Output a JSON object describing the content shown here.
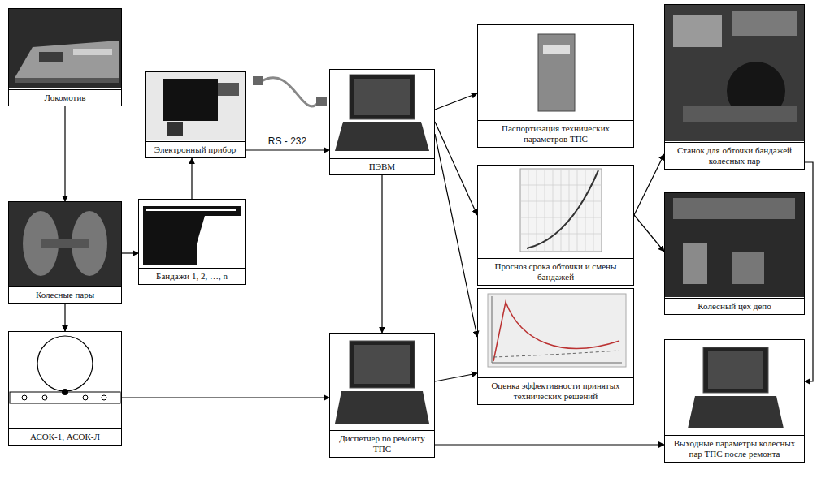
{
  "diagram": {
    "nodes": [
      {
        "text": [
          "Локомотив"
        ]
      },
      {
        "text": [
          "Электронный прибор"
        ]
      },
      {
        "text": [
          "ПЭВМ"
        ]
      },
      {
        "text": [
          "Паспортизация технических параметров ТПС"
        ]
      },
      {
        "text": [
          "Станок для обточки бандажей колесных пар"
        ]
      },
      {
        "text": [
          "Колесные пары"
        ]
      },
      {
        "text": [
          "Бандажи 1, 2, …, n"
        ]
      },
      {
        "text": [
          "Прогноз срока обточки и смены бандажей"
        ]
      },
      {
        "text": [
          "Колесный цех депо"
        ]
      },
      {
        "text": [
          "АСОК-1, АСОК-Л"
        ]
      },
      {
        "text": [
          "Диспетчер по ремонту ТПС"
        ]
      },
      {
        "text": [
          "Оценка эффективности принятых технических решений"
        ]
      },
      {
        "text": [
          "Выходные параметры колесных пар ТПС после ремонта"
        ]
      }
    ],
    "edges": [
      {
        "from": 0,
        "to": 5,
        "arrow": "to"
      },
      {
        "from": 5,
        "to": 6,
        "arrow": "to"
      },
      {
        "from": 6,
        "to": 1,
        "arrow": "to"
      },
      {
        "from": 1,
        "to": 2,
        "label": "RS - 232",
        "arrow": "to"
      },
      {
        "from": 5,
        "to": 9,
        "arrow": "to"
      },
      {
        "from": 9,
        "to": 10,
        "arrow": "to"
      },
      {
        "from": 2,
        "to": 10,
        "arrow": "to"
      },
      {
        "from": 2,
        "to": 3,
        "arrow": "to"
      },
      {
        "from": 2,
        "to": 7,
        "arrow": "to"
      },
      {
        "from": 2,
        "to": 11,
        "arrow": "to"
      },
      {
        "from": 10,
        "to": 11,
        "arrow": "to"
      },
      {
        "from": 10,
        "to": 12,
        "arrow": "to"
      },
      {
        "from": 7,
        "to": 4,
        "arrow": "to"
      },
      {
        "from": 7,
        "to": 8,
        "arrow": "to"
      },
      {
        "from": 4,
        "to": 12,
        "arrow": "to"
      }
    ]
  }
}
